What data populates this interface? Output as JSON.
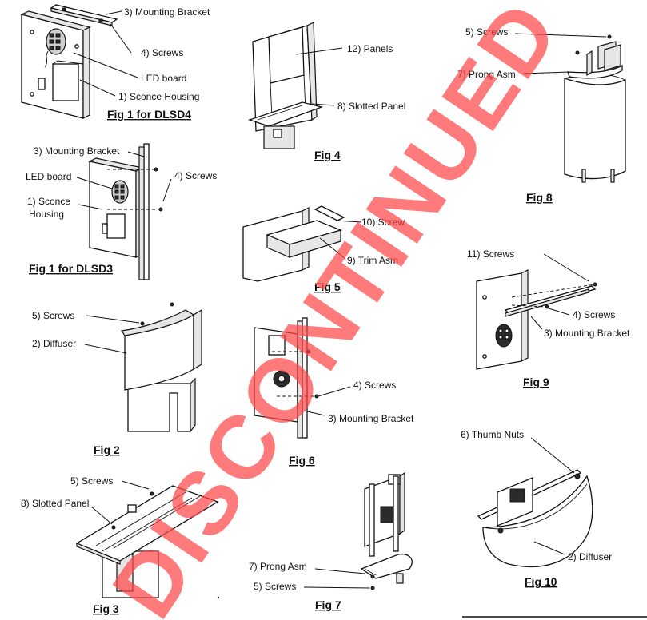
{
  "watermark": "DISCONTINUED",
  "watermark_color": "#ff4646",
  "figures": [
    {
      "caption": "Fig 1 for DLSD4",
      "labels": [
        "3) Mounting Bracket",
        "4) Screws",
        "LED board",
        "1) Sconce Housing"
      ]
    },
    {
      "caption": "Fig 1 for DLSD3",
      "labels": [
        "3) Mounting Bracket",
        "LED board",
        "4) Screws",
        "1) Sconce",
        "Housing"
      ]
    },
    {
      "caption": "Fig 2",
      "labels": [
        "5) Screws",
        "2) Diffuser"
      ]
    },
    {
      "caption": "Fig 3",
      "labels": [
        "5) Screws",
        "8) Slotted Panel"
      ]
    },
    {
      "caption": "Fig 4",
      "labels": [
        "12) Panels",
        "8) Slotted Panel"
      ]
    },
    {
      "caption": "Fig 5",
      "labels": [
        "10) Screw",
        "9) Trim Asm"
      ]
    },
    {
      "caption": "Fig 6",
      "labels": [
        "4) Screws",
        "3) Mounting Bracket"
      ]
    },
    {
      "caption": "Fig 7",
      "labels": [
        "7) Prong Asm",
        "5) Screws"
      ]
    },
    {
      "caption": "Fig 8",
      "labels": [
        "5) Screws",
        "7) Prong Asm"
      ]
    },
    {
      "caption": "Fig 9",
      "labels": [
        "11) Screws",
        "4) Screws",
        "3) Mounting Bracket"
      ]
    },
    {
      "caption": "Fig 10",
      "labels": [
        "6) Thumb Nuts",
        "2) Diffuser"
      ]
    }
  ]
}
